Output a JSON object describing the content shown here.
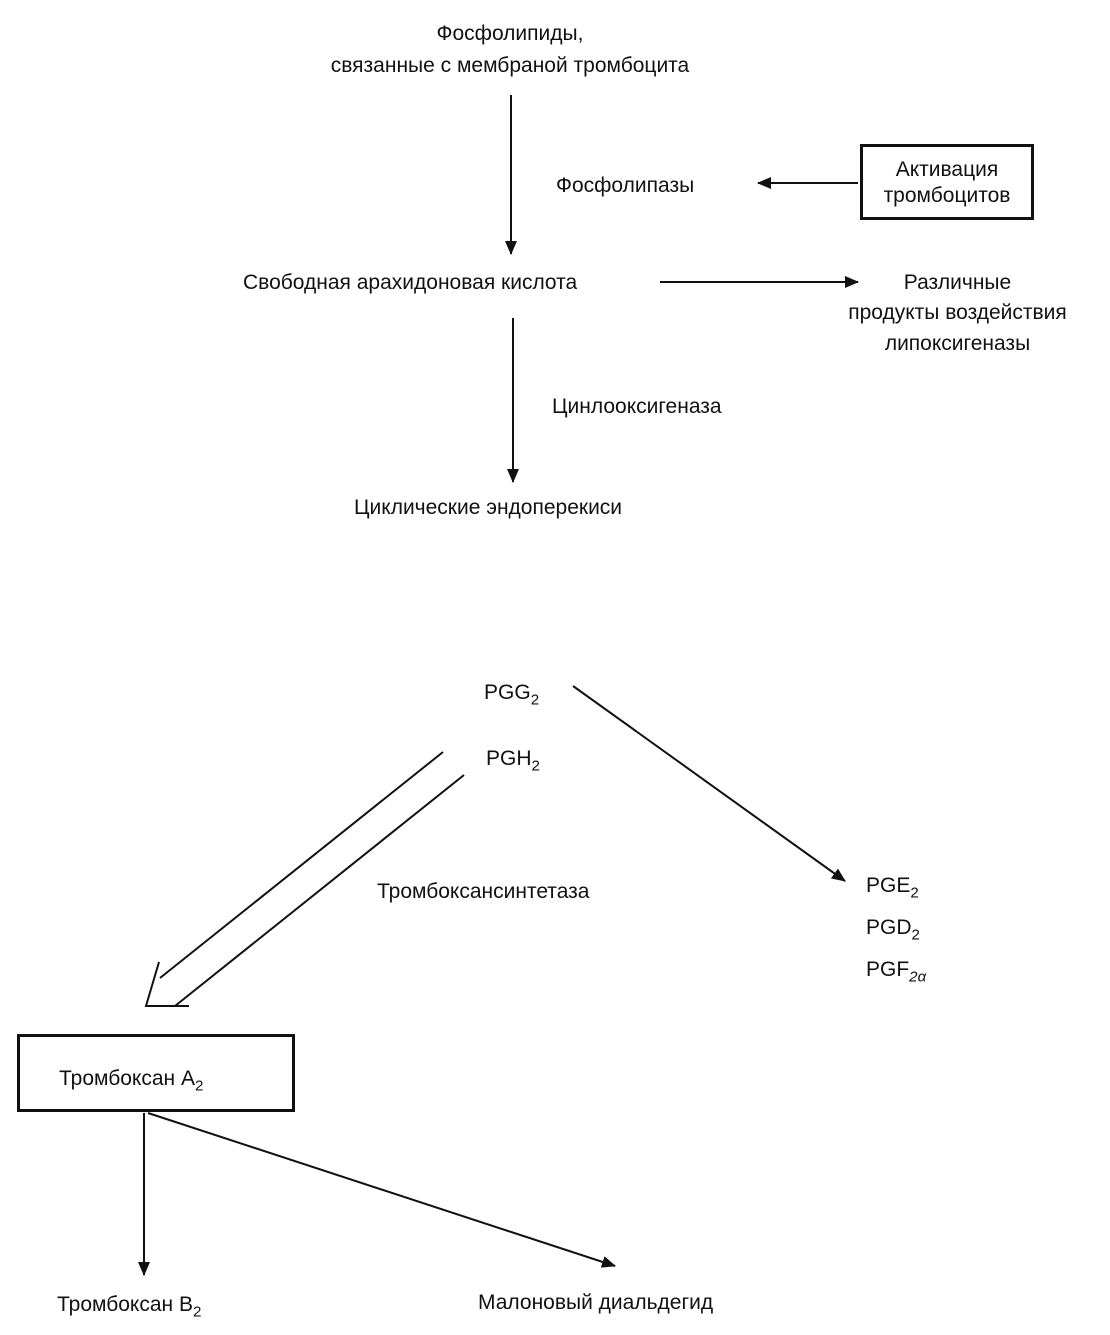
{
  "nodes": {
    "phospholipids": {
      "line1": "Фосфолипиды,",
      "line2": "связанные с мембраной тромбоцита"
    },
    "phospholipases": "Фосфолипазы",
    "activation": {
      "line1": "Активация",
      "line2": "тромбоцитов"
    },
    "arachidonic": "Свободная арахидоновая кислота",
    "lipoxygenase": {
      "line1": "Различные",
      "line2": "продукты воздействия",
      "line3": "липоксигеназы"
    },
    "cyclooxygenase": "Цинлооксигеназа",
    "endoperoxides": "Циклические эндоперекиси",
    "pgg2": {
      "base": "PGG",
      "sub": "2"
    },
    "pgh2": {
      "base": "PGH",
      "sub": "2"
    },
    "synthetase": "Тромбоксансинтетаза",
    "pge2": {
      "base": "PGE",
      "sub": "2"
    },
    "pgd2": {
      "base": "PGD",
      "sub": "2"
    },
    "pgf2a": {
      "base": "PGF",
      "sub": "2α"
    },
    "thromboxane_a2": {
      "base": "Тромбоксан А",
      "sub": "2"
    },
    "thromboxane_b2": {
      "base": "Тромбоксан В",
      "sub": "2"
    },
    "malondialdehyde": "Малоновый диальдегид"
  }
}
